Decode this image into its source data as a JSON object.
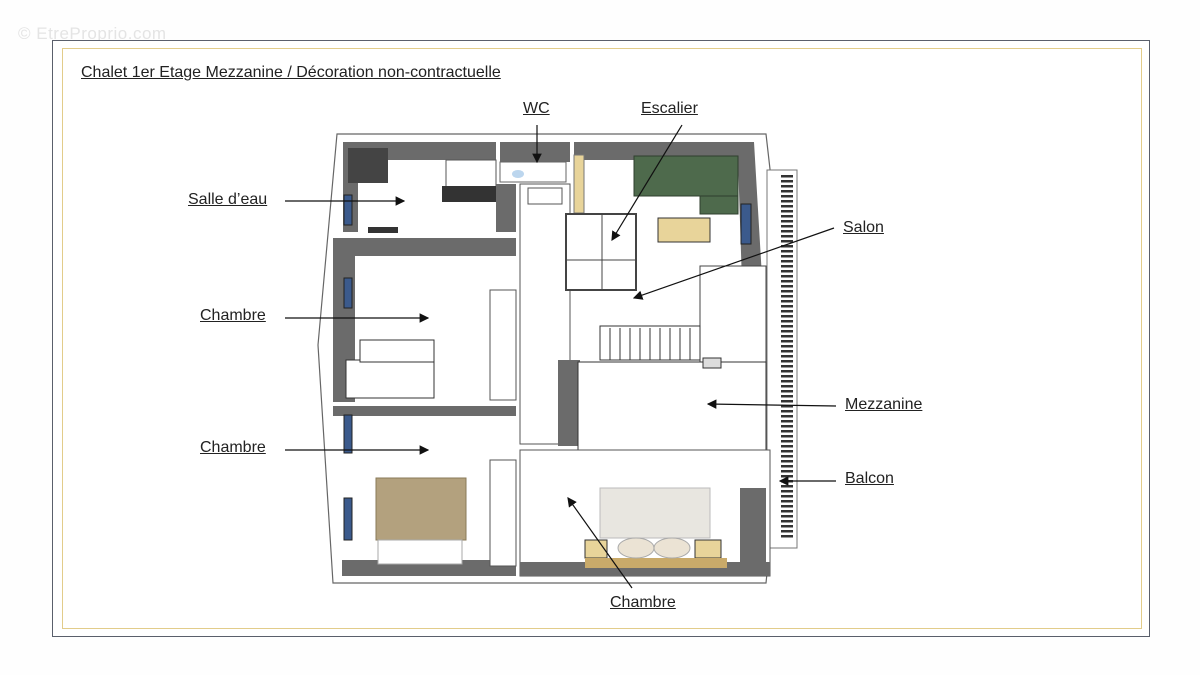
{
  "watermark": "© EtreProprio.com",
  "title": "Chalet 1er Etage Mezzanine / Décoration non-contractuelle",
  "labels": {
    "wc": "WC",
    "escalier": "Escalier",
    "salle_deau": "Salle d’eau",
    "salon": "Salon",
    "chambre_1": "Chambre",
    "chambre_2": "Chambre",
    "mezzanine": "Mezzanine",
    "balcon": "Balcon",
    "chambre_3": "Chambre"
  },
  "colors": {
    "frame_border": "#5a5f6b",
    "inner_border": "#e2cc8a",
    "wall_dark": "#6b6b6b",
    "sofa_green": "#4e6a4c",
    "wood": "#e8d49a"
  }
}
